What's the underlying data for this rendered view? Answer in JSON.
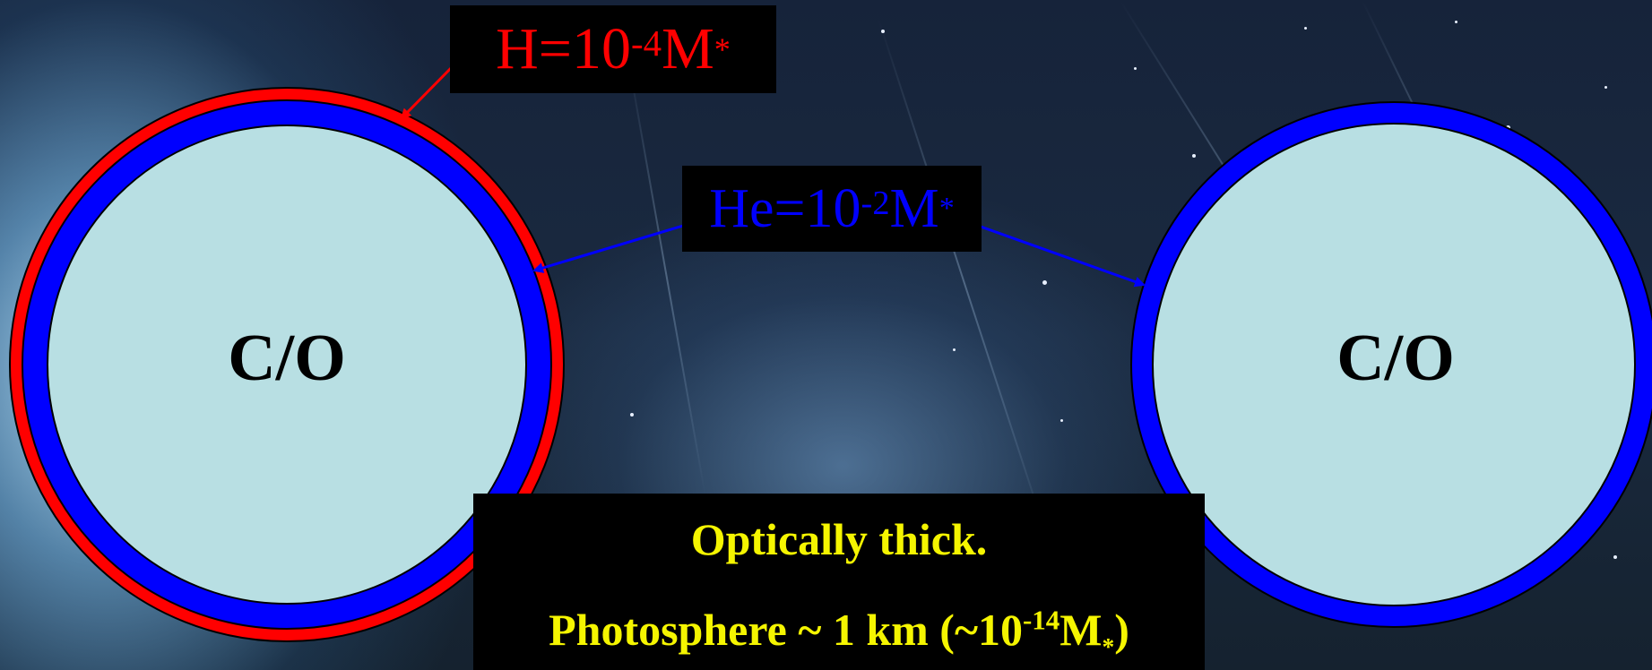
{
  "colors": {
    "hydrogen_layer": "#ff0000",
    "helium_layer": "#0000ff",
    "core": "#b8dfe3",
    "label_box_bg": "#000000",
    "info_text": "#f5f500"
  },
  "left_star": {
    "core_label": "C/O",
    "layers": [
      "hydrogen",
      "helium",
      "core"
    ]
  },
  "right_star": {
    "core_label": "C/O",
    "layers": [
      "helium",
      "core"
    ]
  },
  "hydrogen_label": {
    "prefix": "H=10",
    "exponent": "-4",
    "unit": "M",
    "subscript": "*"
  },
  "helium_label": {
    "prefix": "He=10",
    "exponent": "-2",
    "unit": "M",
    "subscript": "*"
  },
  "info_box": {
    "line1": "Optically thick.",
    "line2_prefix": "Photosphere ~ 1 km (~10",
    "line2_exponent": "-14",
    "line2_unit": "M",
    "line2_subscript": "*",
    "line2_suffix": ")"
  }
}
